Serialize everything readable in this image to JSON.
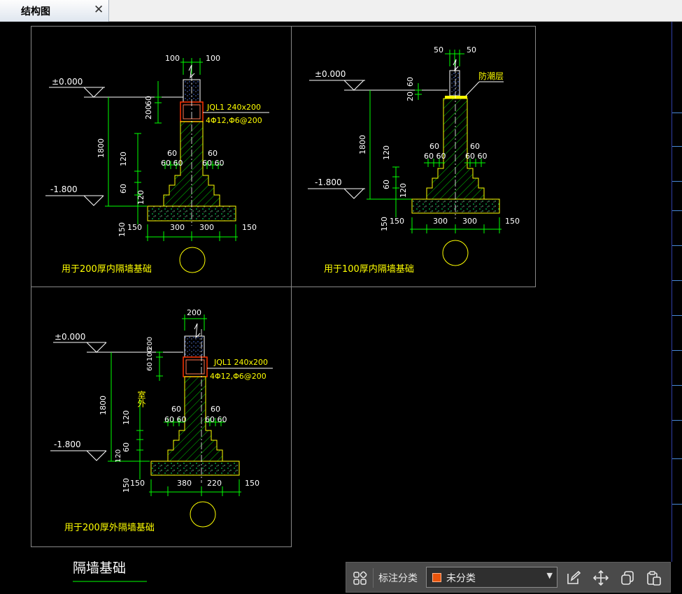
{
  "tab": {
    "title": "结构图",
    "close_glyph": "✕"
  },
  "drawing": {
    "panel1": {
      "caption": "用于200厚内隔墙基础",
      "elev_top": "±0.000",
      "elev_bottom": "-1.800",
      "dim_top_left": "100",
      "dim_top_right": "100",
      "dim_beam_a": "200",
      "dim_beam_b": "60",
      "beam_label": "JQL1 240x200",
      "beam_rebar": "4Φ12,Φ6@200",
      "dim_height": "1800",
      "dim_120_a": "120",
      "dim_60": "60",
      "dim_120_b": "120",
      "step_60_left_top": "60",
      "step_6060_left": "60 60",
      "step_60_right_top": "60",
      "step_6060_right": "60 60",
      "dim_150_v": "150",
      "dim_150_left": "150",
      "dim_300_left": "300",
      "dim_300_right": "300",
      "dim_150_right": "150"
    },
    "panel2": {
      "caption": "用于100厚内隔墙基础",
      "elev_top": "±0.000",
      "elev_bottom": "-1.800",
      "dim_top_left": "50",
      "dim_top_right": "50",
      "dpc_label": "防潮层",
      "dim_60": "60",
      "dim_20": "20",
      "dim_height": "1800",
      "dim_120_a": "120",
      "dim_60_b": "60",
      "dim_120_b": "120",
      "step_60_left_top": "60",
      "step_6060_left": "60 60",
      "step_60_right_top": "60",
      "step_6060_right": "60 60",
      "dim_150_v": "150",
      "dim_150_left": "150",
      "dim_300_left": "300",
      "dim_300_right": "300",
      "dim_150_right": "150"
    },
    "panel3": {
      "caption": "用于200厚外隔墙基础",
      "elev_top": "±0.000",
      "elev_bottom": "-1.800",
      "dim_top": "200",
      "dim_beam_a": "60",
      "dim_beam_b": "100",
      "dim_beam_c": "200",
      "beam_label": "JQL1 240x200",
      "beam_rebar": "4Φ12,Φ6@200",
      "outdoor_label": "室外",
      "dim_height": "1800",
      "dim_120_a": "120",
      "dim_60": "60",
      "dim_120_b": "120",
      "step_60_left_top": "60",
      "step_6060_left": "60 60",
      "step_60_right_top": "60",
      "step_6060_right": "60 60",
      "dim_150_v": "150",
      "dim_150_left": "150",
      "dim_380": "380",
      "dim_220": "220",
      "dim_150_right": "150"
    },
    "section_title": "隔墙基础"
  },
  "toolbar": {
    "grid_icon": "grid-icon",
    "label": "标注分类",
    "select_value": "未分类",
    "select_color": "#e8540c",
    "edit_icon": "edit-icon",
    "move_icon": "move-icon",
    "copy_icon": "copy-icon",
    "paste_icon": "paste-icon"
  },
  "colors": {
    "canvas": "#000000",
    "dim_lines": "#00ff00",
    "outline": "#ffff00",
    "text": "#ffffff",
    "caption": "#ffff00",
    "beam": "#ff3300"
  }
}
